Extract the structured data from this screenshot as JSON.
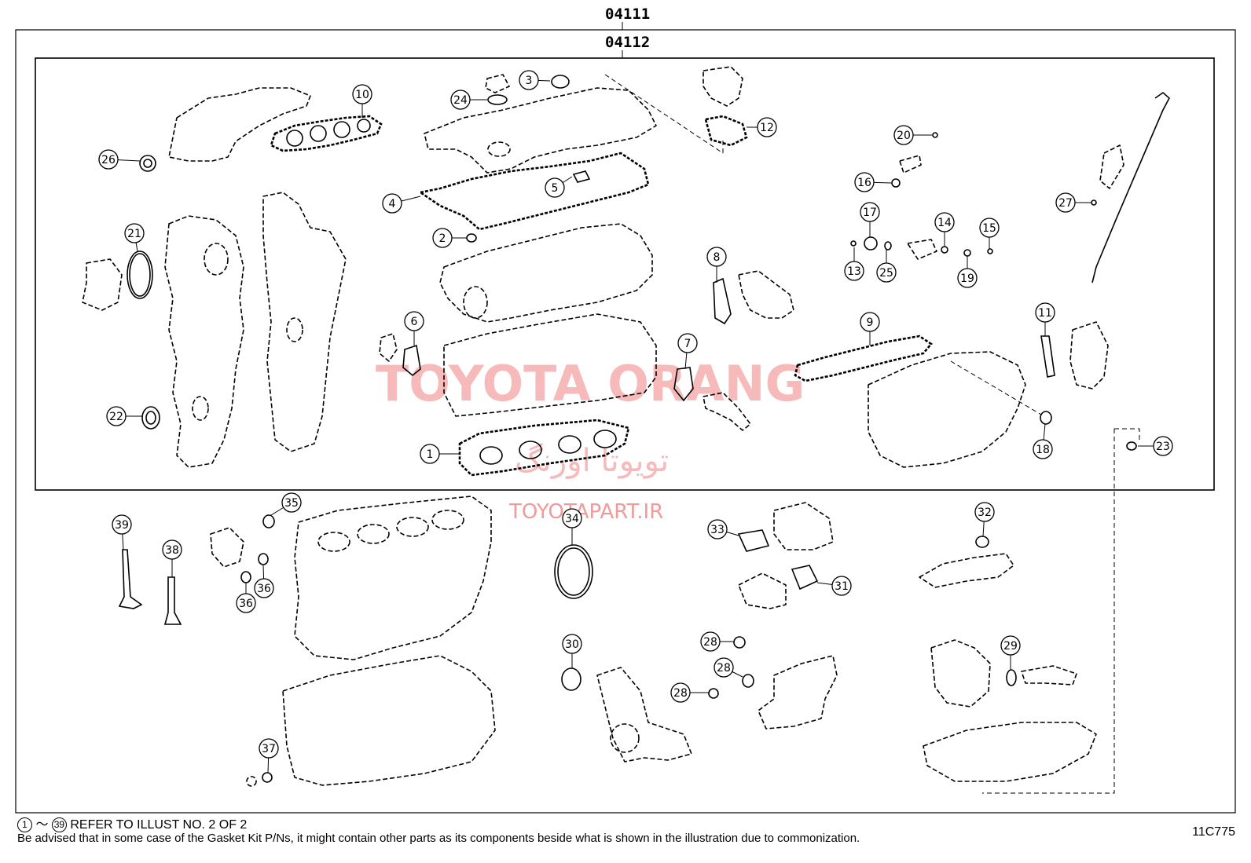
{
  "kits": {
    "outer": "04111",
    "inner": "04112"
  },
  "callouts": [
    "1",
    "2",
    "3",
    "4",
    "5",
    "6",
    "7",
    "8",
    "9",
    "10",
    "11",
    "12",
    "13",
    "14",
    "15",
    "16",
    "17",
    "18",
    "19",
    "20",
    "21",
    "22",
    "23",
    "24",
    "25",
    "26",
    "27",
    "28",
    "28",
    "28",
    "29",
    "30",
    "31",
    "32",
    "33",
    "34",
    "35",
    "36",
    "36",
    "37",
    "38",
    "39"
  ],
  "watermark": {
    "title": "TOYOTA ORANG",
    "arabic": "تویوتا اورنگ",
    "site": "TOYOTAPART.IR"
  },
  "footer": {
    "range_start": "1",
    "range_sep": "～",
    "range_end": "39",
    "reference": "REFER TO ILLUST NO. 2 OF 2",
    "advisory": "Be advised that in some case of the Gasket Kit P/Ns,  it might contain other parts as its components beside what is shown in the illustration due to commonization.",
    "illustration_code": "11C775"
  }
}
